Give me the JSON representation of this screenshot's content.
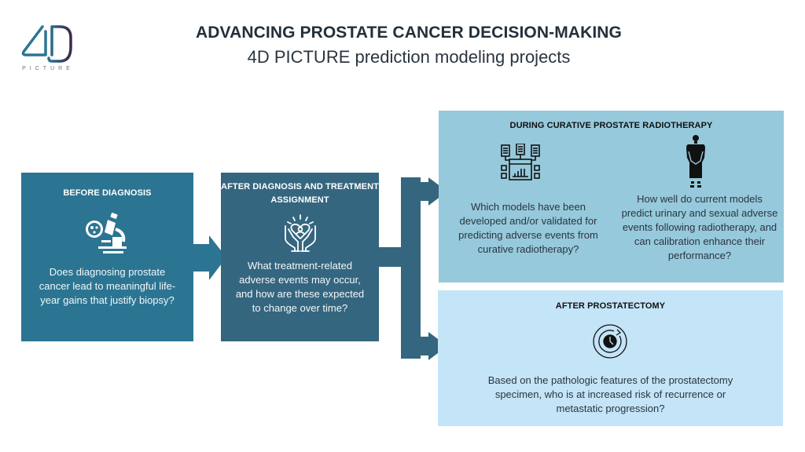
{
  "logo": {
    "mark": "4D",
    "subtext": "PICTURE",
    "colors": {
      "stroke_start": "#2b7592",
      "stroke_end": "#3a2a4a"
    }
  },
  "header": {
    "title": "ADVANCING PROSTATE CANCER DECISION-MAKING",
    "subtitle": "4D PICTURE prediction modeling projects"
  },
  "stages": [
    {
      "id": "before-diagnosis",
      "heading": "BEFORE DIAGNOSIS",
      "icon": "microscope-icon",
      "question": "Does diagnosing prostate cancer lead to meaningful life-year gains that justify biopsy?",
      "color": "#2b7592"
    },
    {
      "id": "after-diagnosis",
      "heading": "AFTER DIAGNOSIS AND TREATMENT ASSIGNMENT",
      "icon": "hands-heart-icon",
      "question": "What treatment-related adverse events may occur, and how are these expected to change over time?",
      "color": "#35667f"
    },
    {
      "id": "during-radiotherapy",
      "heading": "DURING CURATIVE PROSTATE RADIOTHERAPY",
      "color": "#96c9db",
      "items": [
        {
          "icon": "model-dashboard-icon",
          "question": "Which models have been developed and/or validated for predicting adverse events from curative radiotherapy?"
        },
        {
          "icon": "patient-figure-icon",
          "question": "How well do current models predict urinary and sexual adverse events following radiotherapy, and can calibration enhance their performance?"
        }
      ]
    },
    {
      "id": "after-prostatectomy",
      "heading": "AFTER PROSTATECTOMY",
      "icon": "clock-recurrence-icon",
      "question": "Based on the pathologic features of the prostatectomy specimen, who is at increased risk of recurrence or metastatic progression?",
      "color": "#c4e4f7"
    }
  ],
  "arrow_colors": {
    "first": "#2b7592",
    "branch": "#35667f"
  }
}
